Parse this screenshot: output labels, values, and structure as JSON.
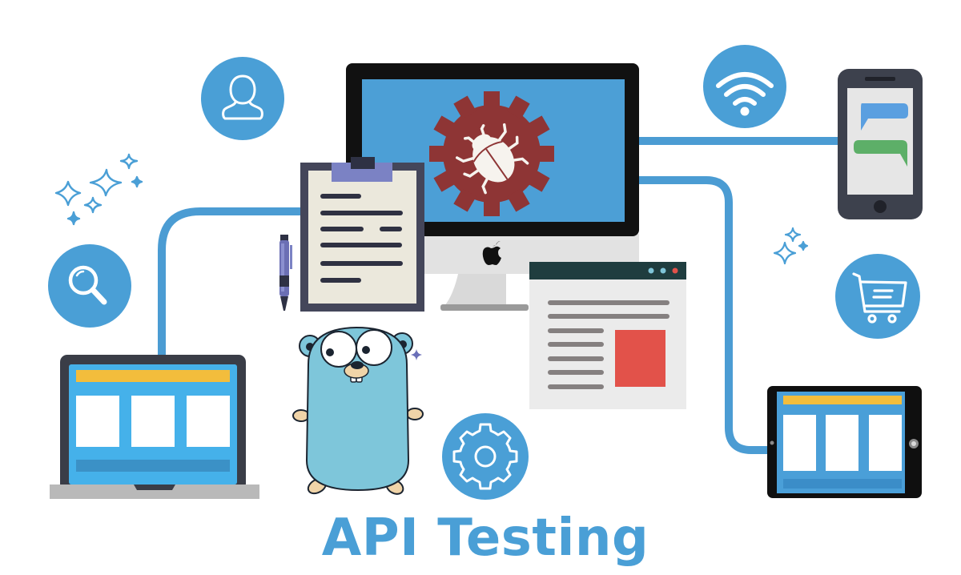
{
  "title": "API Testing",
  "colors": {
    "accent_blue": "#4a9fd6",
    "line_blue": "#4b9cd3",
    "monitor_bezel": "#111111",
    "monitor_screen": "#4c9fd6",
    "gear_red": "#8e3535",
    "bug_white": "#f6f3ee",
    "clipboard_frame": "#44465a",
    "clipboard_paper": "#ebe8dc",
    "clip_purple": "#7b82c4",
    "browser_header": "#1f3d3f",
    "browser_body": "#ebebeb",
    "browser_block_red": "#e2524a",
    "gopher_blue": "#7ec6da",
    "gopher_tan": "#f0d4a8",
    "device_dark": "#3d414d",
    "screen_cyan": "#45b1ea",
    "banner_yellow": "#f3bd3c",
    "chat_blue": "#5a9fe0",
    "chat_green": "#5daf68",
    "tablet_black": "#0f0f0f",
    "tablet_screen": "#4a9fd8"
  },
  "icons": {
    "user": "user-icon",
    "search": "search-icon",
    "wifi": "wifi-icon",
    "cart": "shopping-cart-icon",
    "settings": "gear-icon",
    "bug": "bug-icon",
    "apple": "apple-logo-icon"
  },
  "devices": {
    "monitor": "desktop-monitor",
    "clipboard": "clipboard",
    "browser": "browser-window",
    "laptop": "laptop",
    "phone": "smartphone",
    "tablet": "tablet",
    "mascot": "go-gopher"
  },
  "browser_window": {
    "header_dots": [
      "#7fc4d8",
      "#7fc4d8",
      "#e2524a"
    ]
  }
}
